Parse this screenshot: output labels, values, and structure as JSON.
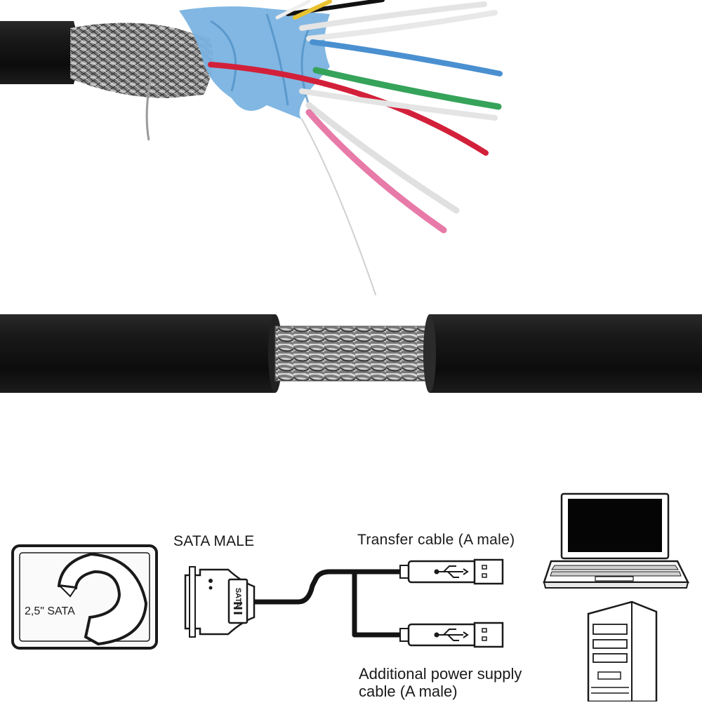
{
  "colors": {
    "background": "#ffffff",
    "cable_jacket": "#151515",
    "braid": "#8a8a8a",
    "foil": "#6fa8d8",
    "wire_red": "#d3203a",
    "wire_green": "#35a35a",
    "wire_pink": "#e77aa8",
    "wire_blue": "#4a90d0",
    "wire_white": "#e8e8e8",
    "line_art": "#1a1a1a"
  },
  "photos": {
    "stripped_cable": "stripped-usb-cable-showing-wires",
    "shielded_cable": "cable-cutaway-showing-braided-shield"
  },
  "diagram": {
    "hdd_label": "2,5\" SATA",
    "sata_male_label": "SATA MALE",
    "connector_text": "SATA",
    "transfer_label": "Transfer cable (A male)",
    "power_label_line1": "Additional power supply",
    "power_label_line2": "cable (A male)",
    "icons": [
      "hard-drive-icon",
      "sata-connector-icon",
      "usb-a-plug-icon",
      "usb-symbol-icon",
      "laptop-icon",
      "desktop-tower-icon"
    ]
  }
}
